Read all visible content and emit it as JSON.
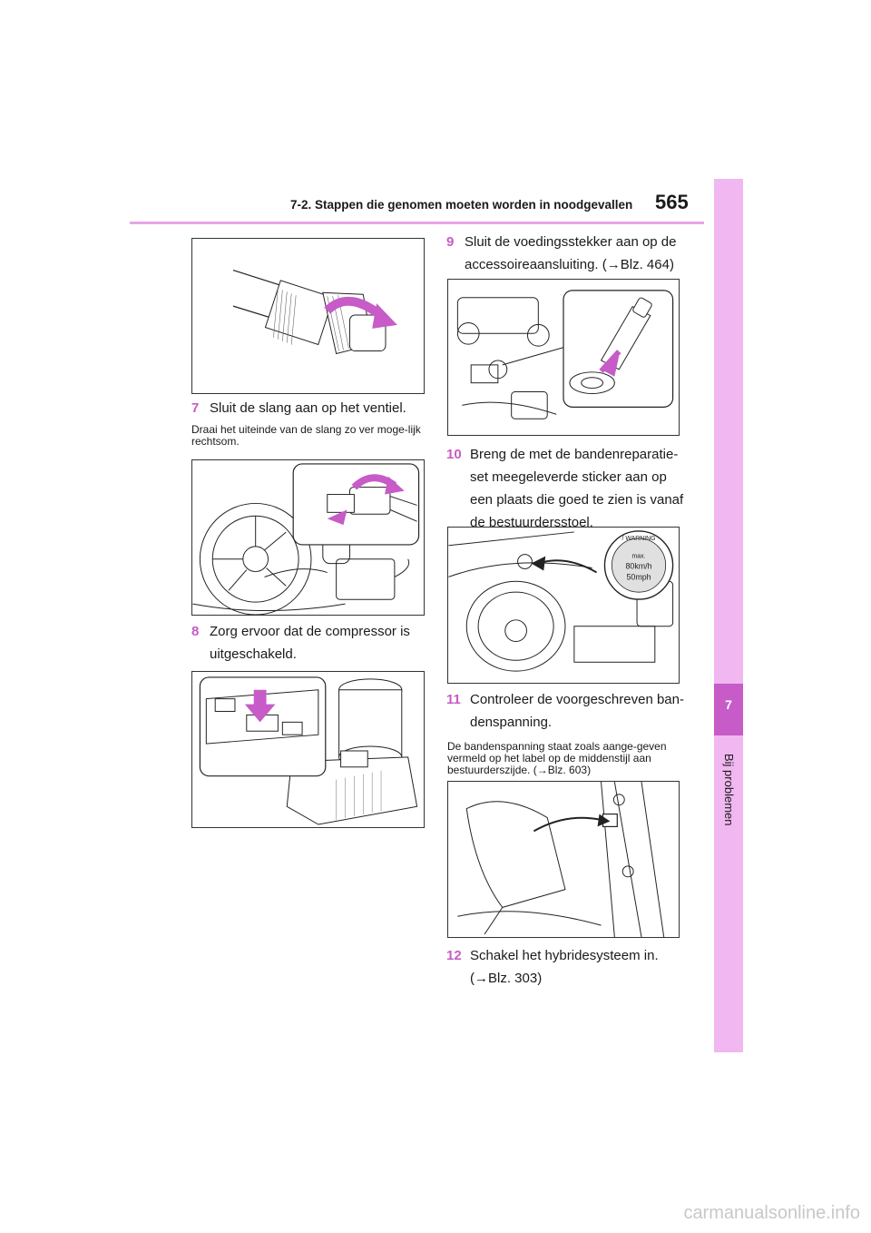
{
  "header": {
    "section_title": "7-2. Stappen die genomen moeten worden in noodgevallen",
    "page_number": "565"
  },
  "side_tab": {
    "chapter_number": "7",
    "chapter_label": "Bij problemen"
  },
  "steps": {
    "s7": {
      "num": "7",
      "text": "Sluit de slang aan op het ventiel."
    },
    "s7_note": "Draai het uiteinde van de slang zo ver moge-lijk rechtsom.",
    "s8": {
      "num": "8",
      "text": "Zorg ervoor dat de compressor is uitgeschakeld."
    },
    "s9": {
      "num": "9",
      "text": "Sluit de voedingsstekker aan op de accessoireaansluiting. (→Blz. 464)"
    },
    "s10": {
      "num": "10",
      "text": "Breng de met de bandenreparatie-set meegeleverde sticker aan op een plaats die goed te zien is vanaf de bestuurdersstoel."
    },
    "s11": {
      "num": "11",
      "text": "Controleer de voorgeschreven ban-denspanning."
    },
    "s11_note": "De bandenspanning staat zoals aange-geven vermeld op het label op de middenstijl aan bestuurderszijde. (→Blz. 603)",
    "s12": {
      "num": "12",
      "text": "Schakel het hybridesysteem in. (→Blz. 303)"
    }
  },
  "sticker": {
    "warning_text": "/ WARNING",
    "max_label": "max.",
    "speed_kmh": "80km/h",
    "speed_mph": "50mph"
  },
  "footer": {
    "watermark": "carmanualsonline.info"
  },
  "colors": {
    "accent": "#c75bc7",
    "tab_light": "#f0b7f0",
    "rule": "#e8a6e8"
  }
}
